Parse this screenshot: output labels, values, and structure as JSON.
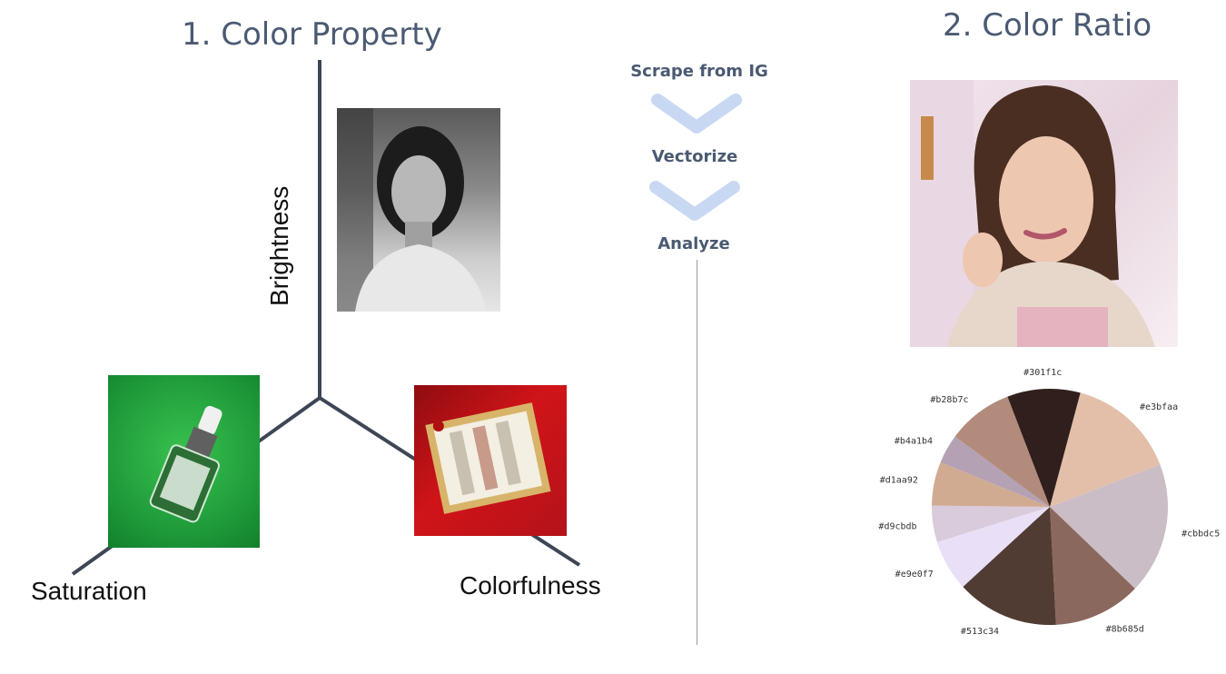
{
  "section1": {
    "title": "1. Color Property",
    "axes": {
      "brightness": "Brightness",
      "saturation": "Saturation",
      "colorfulness": "Colorfulness"
    }
  },
  "pipeline": {
    "steps": [
      "Scrape from IG",
      "Vectorize",
      "Analyze"
    ],
    "arrow_color": "#c9d8f2"
  },
  "section2": {
    "title": "2. Color Ratio"
  },
  "colors": {
    "title": "#4a5a72",
    "axis": "#3e4656",
    "green": "#1f9a3a",
    "red": "#d01418"
  },
  "chart_data": {
    "type": "pie",
    "slices": [
      {
        "label": "#e3bfaa",
        "color": "#e3bfaa",
        "value": 0.15
      },
      {
        "label": "#cbbdc5",
        "color": "#cbbdc5",
        "value": 0.18
      },
      {
        "label": "#8b685d",
        "color": "#8b685d",
        "value": 0.12
      },
      {
        "label": "#513c34",
        "color": "#513c34",
        "value": 0.14
      },
      {
        "label": "#e9e0f7",
        "color": "#e9e0f7",
        "value": 0.07
      },
      {
        "label": "#d9cbdb",
        "color": "#d9cbdb",
        "value": 0.05
      },
      {
        "label": "#d1aa92",
        "color": "#d1aa92",
        "value": 0.06
      },
      {
        "label": "#b4a1b4",
        "color": "#b4a1b4",
        "value": 0.04
      },
      {
        "label": "#b28b7c",
        "color": "#b28b7c",
        "value": 0.09
      },
      {
        "label": "#301f1c",
        "color": "#301f1c",
        "value": 0.1
      }
    ]
  }
}
